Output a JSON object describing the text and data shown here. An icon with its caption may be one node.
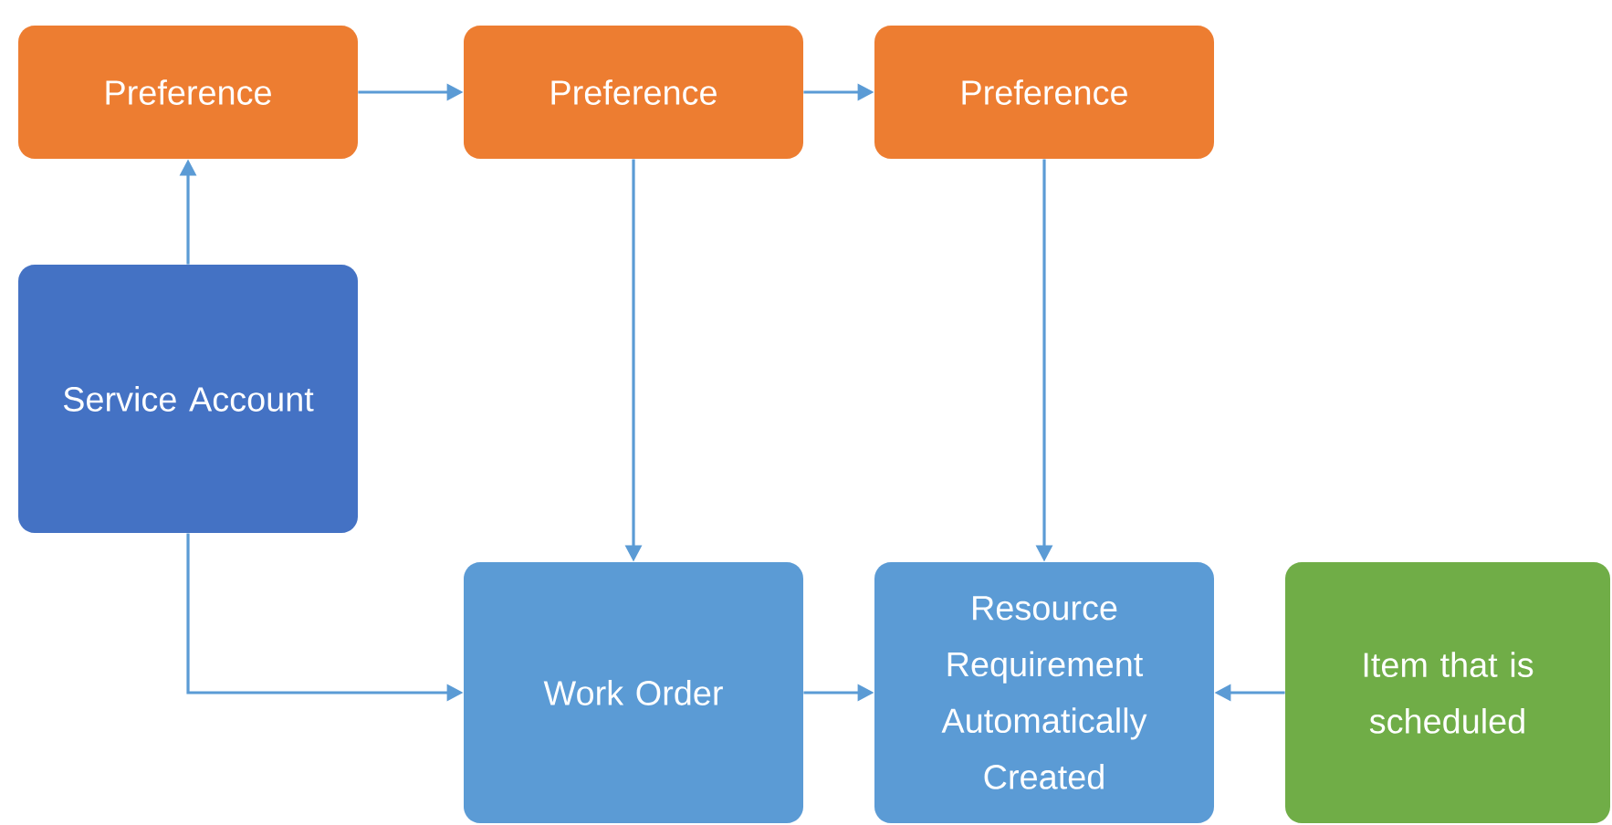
{
  "diagram": {
    "nodes": [
      {
        "text": [
          "Preference"
        ]
      },
      {
        "text": [
          "Preference"
        ]
      },
      {
        "text": [
          "Preference"
        ]
      },
      {
        "text": [
          "Service Account"
        ]
      },
      {
        "text": [
          "Work Order"
        ]
      },
      {
        "text": [
          "Resource Requirement Automatically Created"
        ]
      },
      {
        "text": [
          "Item that is scheduled"
        ]
      }
    ],
    "edges": [
      {
        "from": 3,
        "to": 0,
        "arrow": "to"
      },
      {
        "from": 0,
        "to": 1,
        "arrow": "to"
      },
      {
        "from": 1,
        "to": 2,
        "arrow": "to"
      },
      {
        "from": 1,
        "to": 4,
        "arrow": "to"
      },
      {
        "from": 2,
        "to": 5,
        "arrow": "to"
      },
      {
        "from": 3,
        "to": 4,
        "arrow": "to"
      },
      {
        "from": 4,
        "to": 5,
        "arrow": "to"
      },
      {
        "from": 6,
        "to": 5,
        "arrow": "to"
      }
    ]
  }
}
